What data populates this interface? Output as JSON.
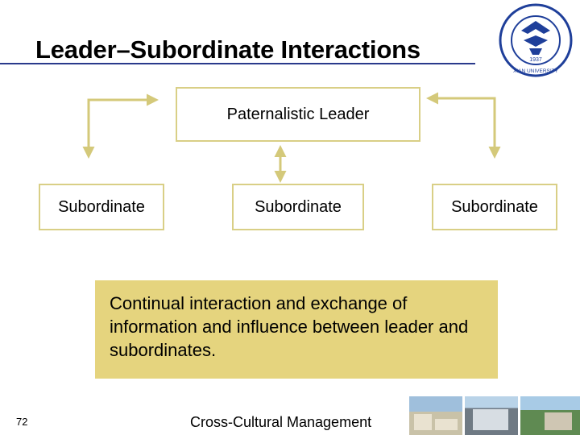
{
  "slide": {
    "title": "Leader–Subordinate Interactions",
    "page_number": "72",
    "footer": "Cross-Cultural Management"
  },
  "diagram": {
    "leader_label": "Paternalistic Leader",
    "subordinates": [
      "Subordinate",
      "Subordinate",
      "Subordinate"
    ],
    "description": "Continual interaction and exchange of information and influence between leader and subordinates."
  },
  "colors": {
    "box_border": "#d9cf86",
    "connector": "#d4c97a",
    "note_background": "#e5d47e",
    "title_rule": "#2a3a8c",
    "logo": "#1f3f9a"
  },
  "logo": {
    "icon": "university-seal-icon",
    "year": "1937",
    "inscription": "XIAN UNIVERSITY"
  },
  "footer_images": [
    "campus-photo-1",
    "campus-photo-2",
    "campus-photo-3"
  ]
}
